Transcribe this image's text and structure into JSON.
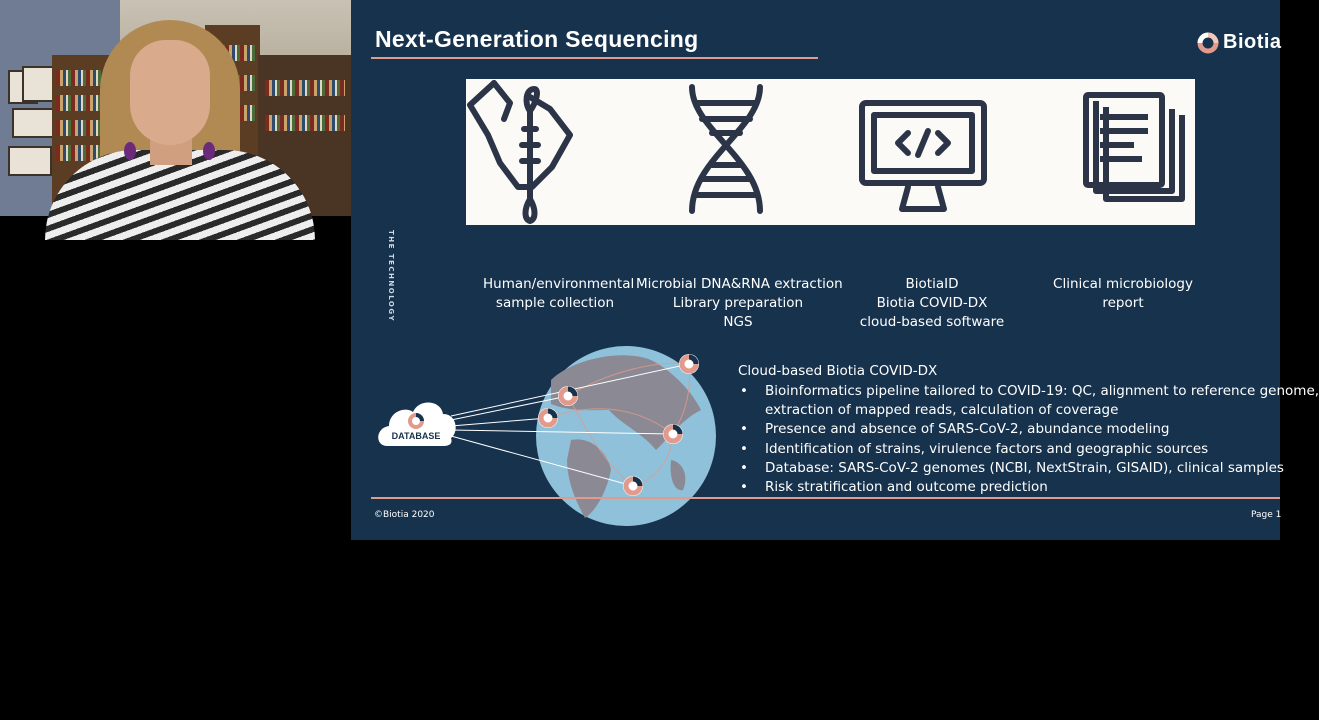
{
  "slide": {
    "title": "Next-Generation Sequencing",
    "logo_text": "Biotia",
    "vertical_label": "THE TECHNOLOGY",
    "icons": [
      "swab-sample-icon",
      "dna-helix-icon",
      "code-monitor-icon",
      "report-documents-icon"
    ],
    "steps": [
      {
        "lines": [
          "Human/environmental",
          "sample collection"
        ]
      },
      {
        "lines": [
          "Microbial DNA&RNA extraction",
          "Library preparation",
          "NGS"
        ]
      },
      {
        "lines": [
          "BiotiaID",
          "Biotia COVID-DX",
          "cloud-based software"
        ]
      },
      {
        "lines": [
          "Clinical microbiology",
          "report"
        ]
      }
    ],
    "database_label": "DATABASE",
    "cloud_heading": "Cloud-based Biotia COVID-DX",
    "bullets": [
      "Bioinformatics pipeline tailored to COVID-19: QC, alignment to reference genome,",
      "extraction of mapped reads, calculation of coverage",
      "Presence and absence of SARS-CoV-2, abundance modeling",
      "Identification of strains, virulence factors and geographic sources",
      "Database: SARS-CoV-2 genomes (NCBI, NextStrain, GISAID), clinical samples",
      "Risk stratification and outcome prediction"
    ],
    "footer_left": "©Biotia 2020",
    "footer_right": "Page 1"
  },
  "colors": {
    "slide_bg": "#17324d",
    "accent": "#e19a8b",
    "icon_strip_bg": "#fbfaf7",
    "icon_stroke": "#2c3447",
    "globe_ocean": "#8fc1da",
    "globe_land": "#8b8a94"
  }
}
